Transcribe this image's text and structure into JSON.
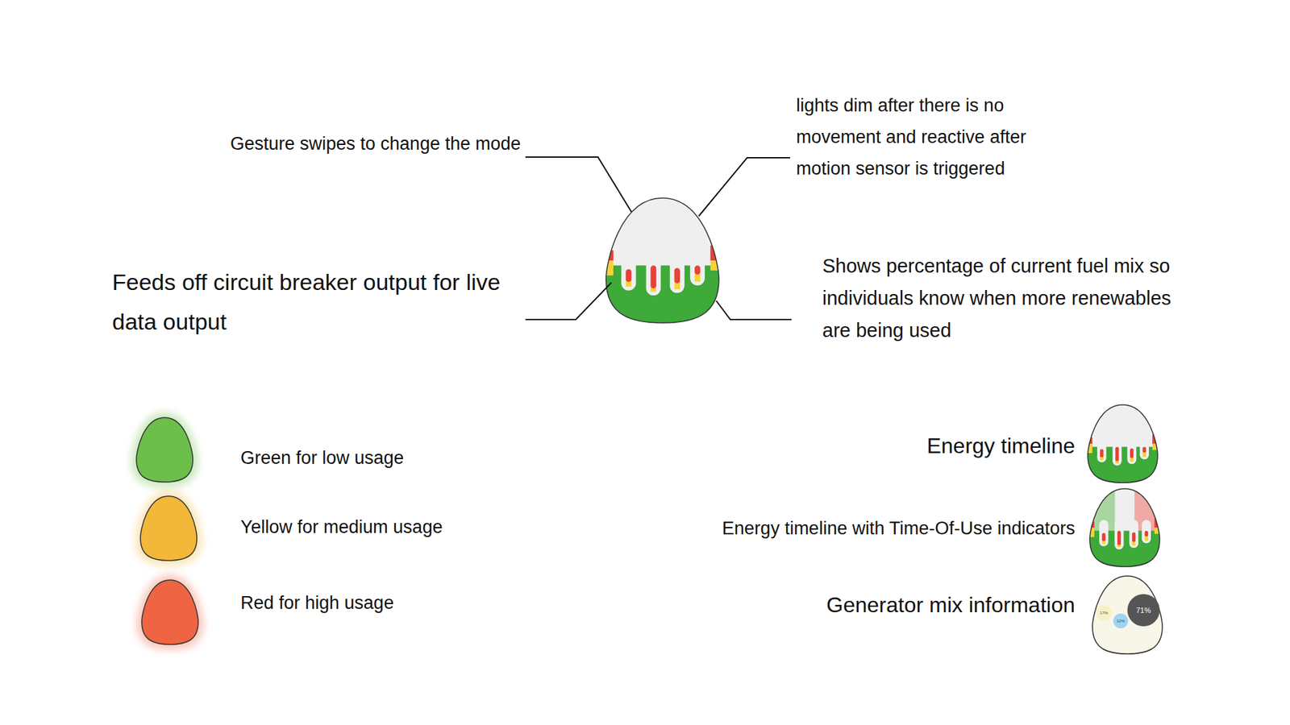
{
  "diagram": {
    "nodes": [
      {
        "text": [
          "17%"
        ]
      },
      {
        "text": [
          "12%"
        ]
      },
      {
        "text": [
          "71%"
        ]
      }
    ],
    "labels": [
      "Gesture swipes to change the mode",
      "lights dim after there is no movement and reactive after motion sensor is triggered",
      "Feeds off circuit breaker output for live data output",
      "Shows percentage of current fuel mix so individuals know when more renewables are being used",
      "Energy timeline",
      "Energy timeline with Time-Of-Use indicators",
      "Generator mix information"
    ],
    "legend": [
      {
        "text": "Green for low usage",
        "color": "#6cbf4a"
      },
      {
        "text": "Yellow for medium usage",
        "color": "#f3b73a"
      },
      {
        "text": "Red for high usage",
        "color": "#ef6543"
      }
    ]
  }
}
